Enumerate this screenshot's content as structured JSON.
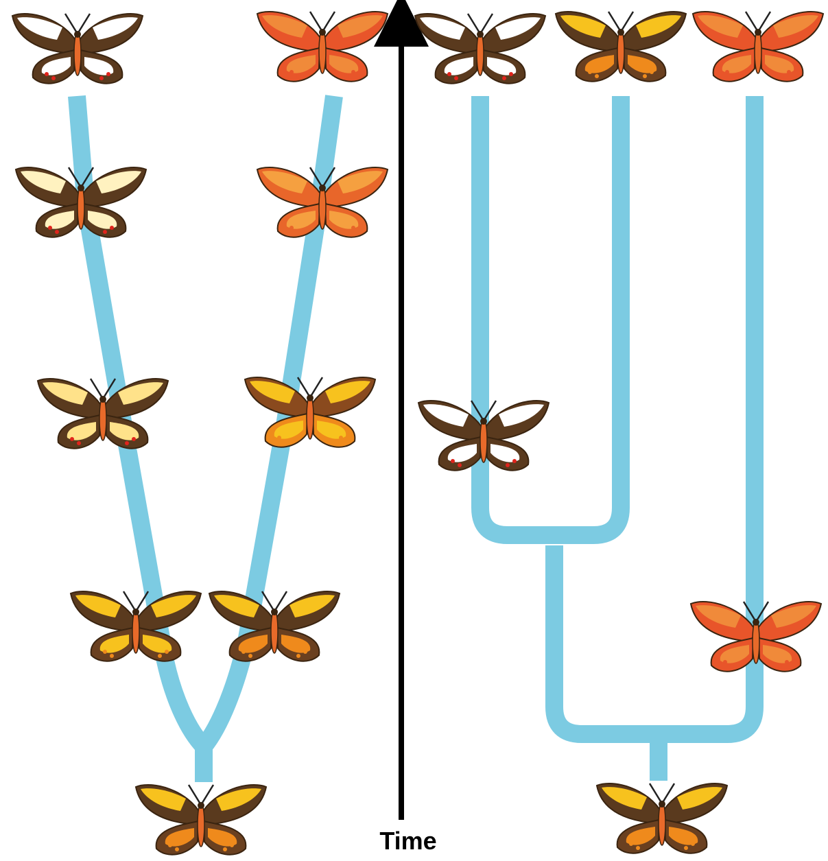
{
  "axis": {
    "label": "Time"
  },
  "colors": {
    "lineage": "#7ccbe2",
    "arrow": "#000000",
    "wing_dark": "#5a3a1e",
    "wing_white": "#ffffff",
    "wing_cream": "#fff2b0",
    "wing_yellow": "#f7c21e",
    "wing_orange": "#ef8a1c",
    "wing_red": "#e8552a",
    "spot_red": "#e0241c",
    "body": "#e86a2a"
  },
  "left_panel": {
    "ancestor": "yellow-orange",
    "lineage_a": [
      "yellow-orange",
      "cream-brown",
      "cream-white",
      "white-brown"
    ],
    "lineage_b": [
      "yellow-orange",
      "orange-yellow",
      "orange-red",
      "red-orange"
    ]
  },
  "right_panel": {
    "ancestor": "yellow-orange",
    "branch_node_early": "red-orange",
    "branch_node_late": "white-brown",
    "tips": [
      "white-brown",
      "yellow-brown",
      "red-orange"
    ]
  }
}
